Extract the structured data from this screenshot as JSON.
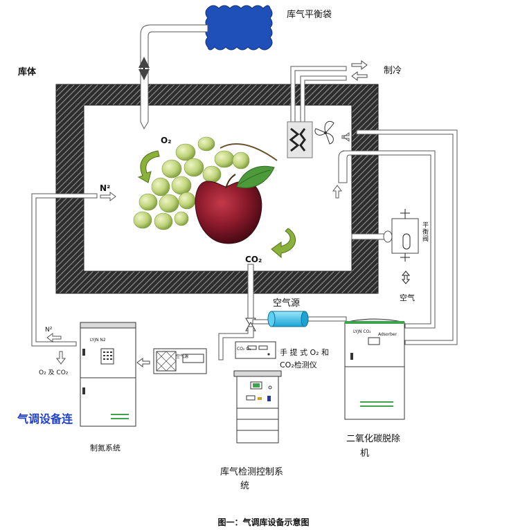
{
  "labels": {
    "balance_bag": "库气平衡袋",
    "chamber": "库体",
    "refrigeration": "制冷",
    "o2_gas": "O₂",
    "n2_gas": "N²",
    "co2_gas": "CO₂",
    "balance_valve": "平衡阀",
    "air": "空气",
    "air_source": "空气源",
    "n2_out": "N²",
    "o2_co2_out": "O₂ 及 CO₂",
    "analyzer_line1": "手 提 式 O₂ 和",
    "analyzer_line2": "CO₂检测仪",
    "analyzer_panel": "CO₂ O₂",
    "nitrogen_unit_tag": "LYJN N2",
    "nitrogen_system": "制氮系统",
    "co2_unit_tag": "LYJN CO₂",
    "co2_unit_sub": "Adsorber",
    "co2_remover_line1": "二氧化碳脱除",
    "co2_remover_line2": "机",
    "control_line1": "库气检测控制系",
    "control_line2": "统",
    "filter_tag": "空气源",
    "watermark": "气调设备连",
    "caption": "图一：气调库设备示意图"
  },
  "colors": {
    "wall_hatch": "#4a4a4a",
    "bag_blue": "#1f4fb8",
    "pipe": "#ffffff",
    "pipe_edge": "#555555",
    "arrow_green": "#6b8e23",
    "grape_green": "#bfd37a",
    "apple_red": "#8b1a2b",
    "leaf_green": "#4c9a3a",
    "unit_green": "#3fa34d",
    "watermark_blue": "#1d3fc9",
    "tank_cyan": "#3ec3ea"
  }
}
